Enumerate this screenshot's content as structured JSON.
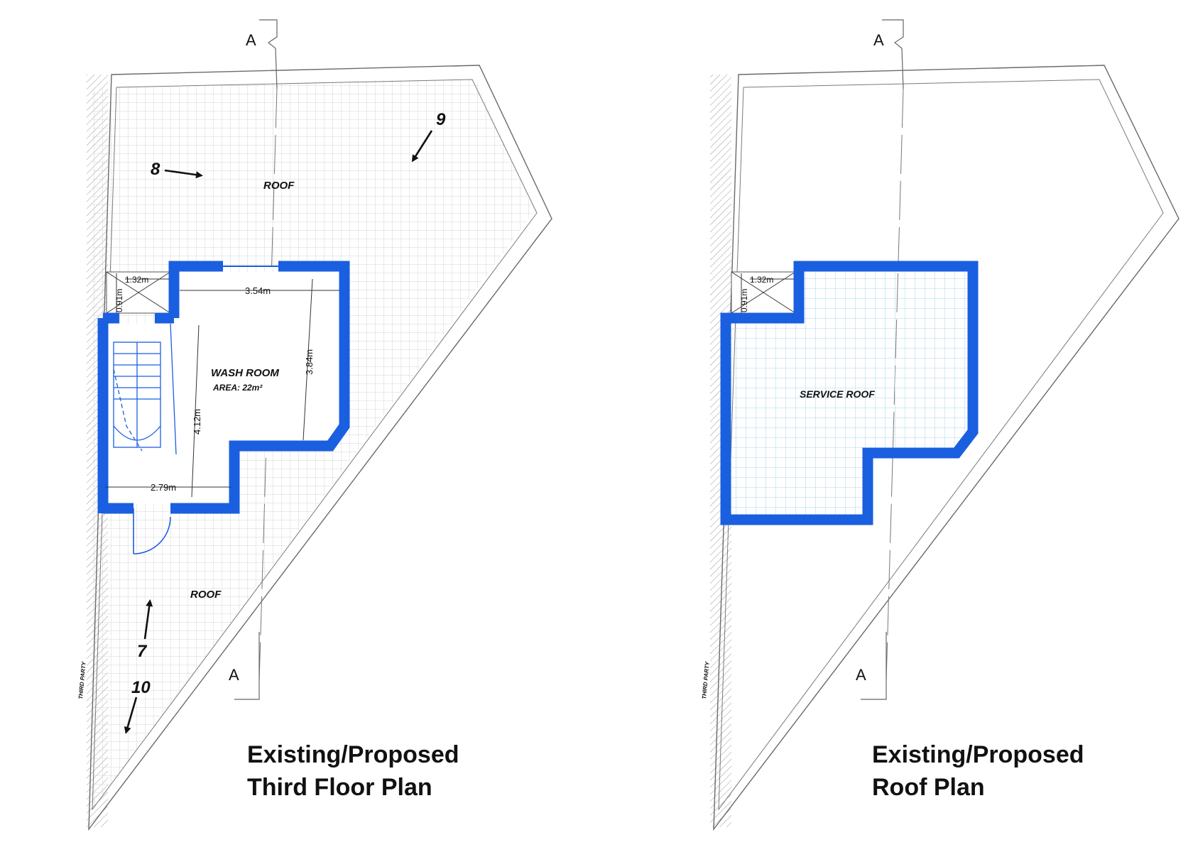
{
  "left_plan": {
    "title_line1": "Existing/Proposed",
    "title_line2": "Third Floor Plan",
    "roof_top": "ROOF",
    "roof_bottom": "ROOF",
    "wash_room": "WASH ROOM",
    "wash_room_area": "AREA: 22m²",
    "dims": {
      "d_132": "1.32m",
      "d_091": "0.91m",
      "d_354": "3.54m",
      "d_384": "3.84m",
      "d_412": "4.12m",
      "d_279": "2.79m"
    },
    "viewpoints": {
      "v7": "7",
      "v8": "8",
      "v9": "9",
      "v10": "10"
    },
    "section_top": "A",
    "section_bottom": "A",
    "third_party": "THIRD PARTY"
  },
  "right_plan": {
    "title_line1": "Existing/Proposed",
    "title_line2": "Roof Plan",
    "service_roof": "SERVICE ROOF",
    "dims": {
      "d_132": "1.32m",
      "d_091": "0.91m"
    },
    "section_top": "A",
    "section_bottom": "A",
    "third_party": "THIRD PARTY"
  },
  "colors": {
    "wall": "#1a5fe0",
    "tile_grey": "#d4d4d4",
    "tile_blue": "#a9d4ee",
    "line": "#6a6a6a"
  }
}
